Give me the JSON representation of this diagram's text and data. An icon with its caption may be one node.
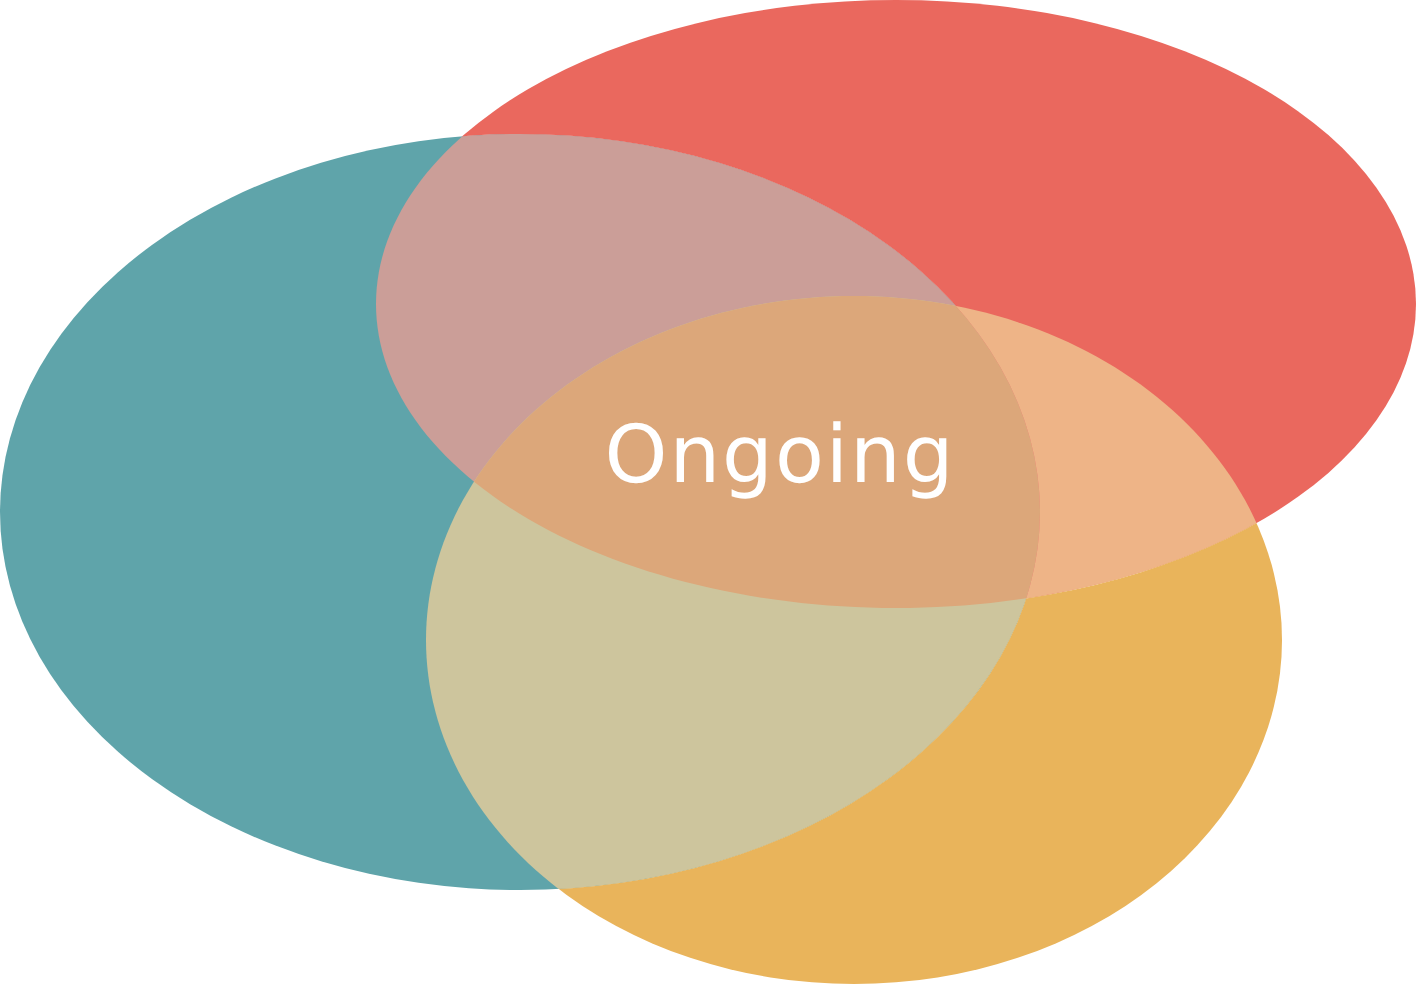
{
  "diagram": {
    "nodes": [
      {
        "text": [],
        "shape": "ellipse"
      },
      {
        "text": [],
        "shape": "ellipse"
      },
      {
        "text": [],
        "shape": "ellipse"
      }
    ],
    "labels": [
      "Ongoing"
    ]
  }
}
